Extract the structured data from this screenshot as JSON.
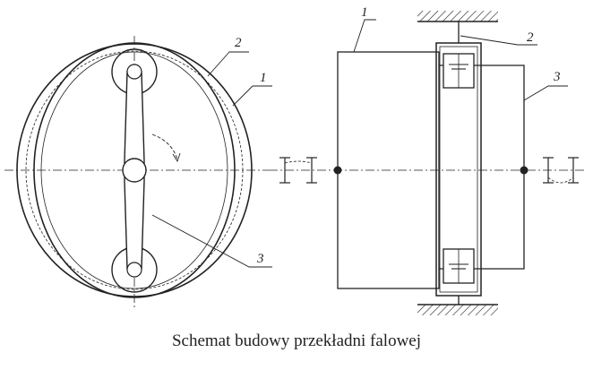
{
  "caption": "Schemat budowy przekładni falowej",
  "left_view": {
    "labels": [
      "2",
      "1",
      "3"
    ]
  },
  "right_view": {
    "labels": [
      "1",
      "2",
      "3"
    ]
  },
  "colors": {
    "ink": "#222222",
    "paper": "#ffffff"
  }
}
